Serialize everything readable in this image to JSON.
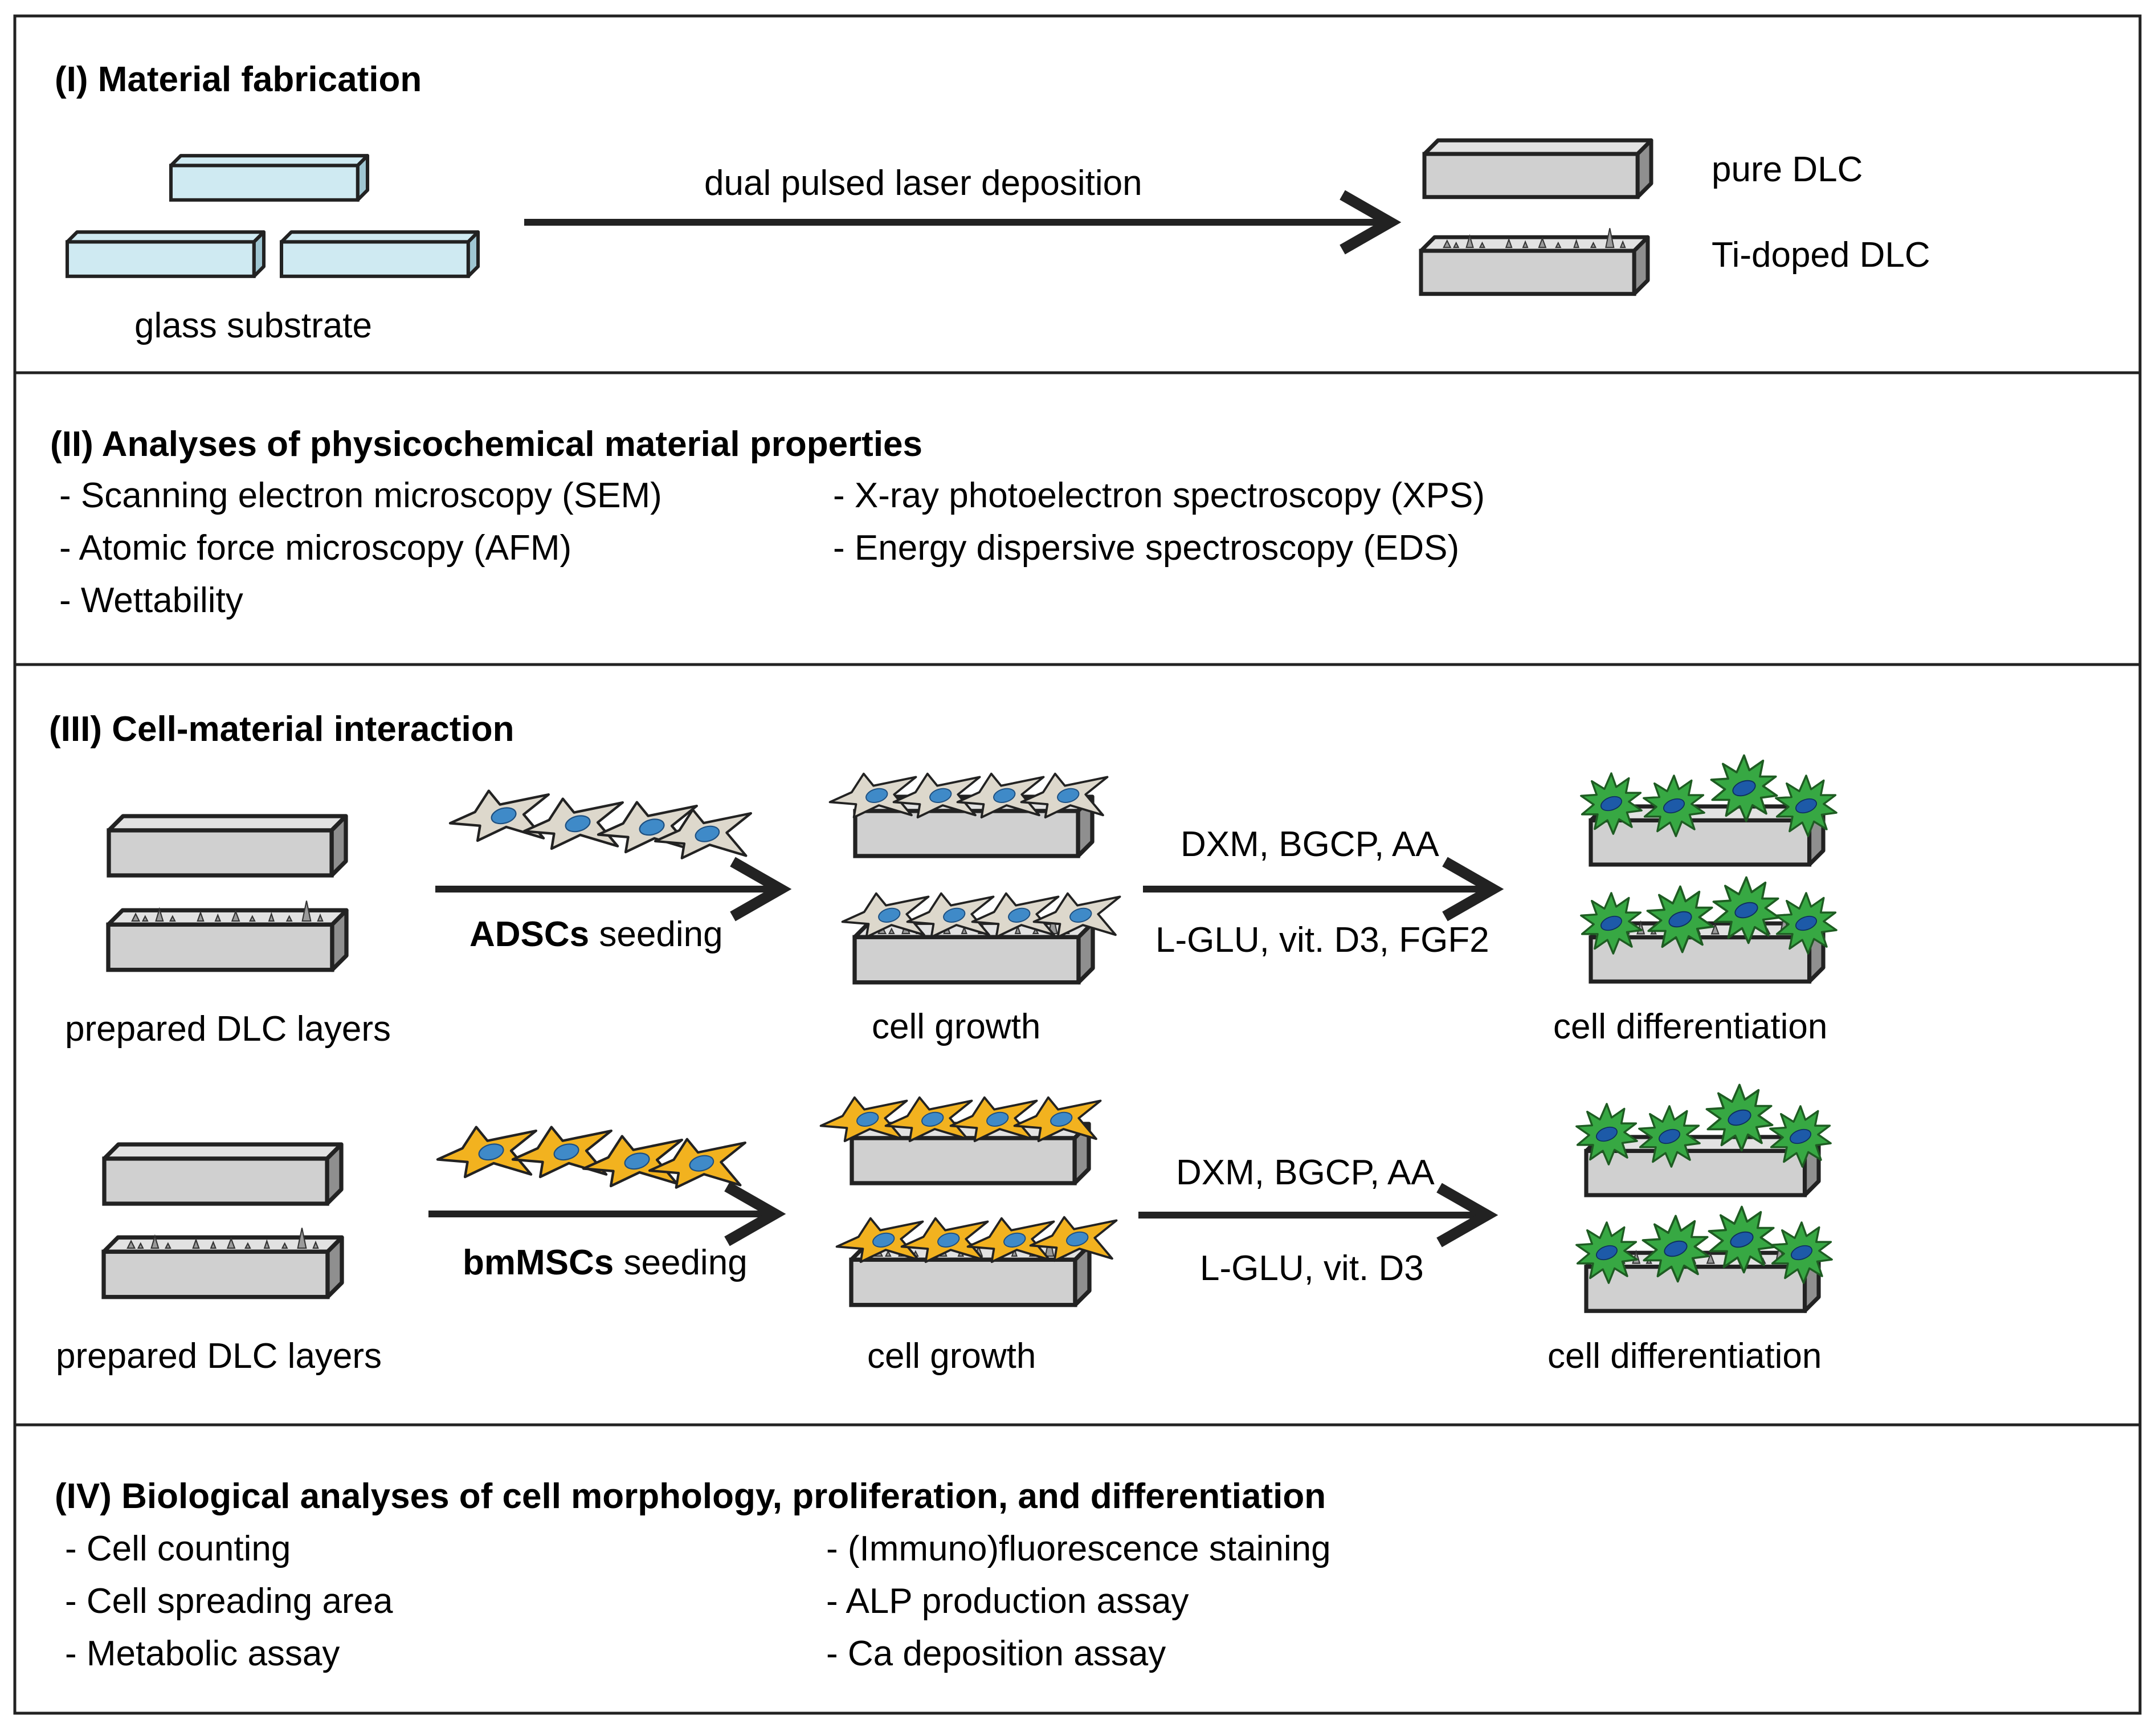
{
  "colors": {
    "border": "#222222",
    "glass": "#cfeaf2",
    "dlc_slab": "#d0d0d0",
    "adsc_cell": "#ddd8cc",
    "bmmsc_cell": "#f2b21f",
    "nucleus": "#3f8ac8",
    "diff_cell": "#37a843",
    "diff_nucleus": "#1d5aa8"
  },
  "panel1": {
    "title": "(I) Material fabrication",
    "glass_label": "glass substrate",
    "arrow_label": "dual pulsed laser deposition",
    "pure_label": "pure DLC",
    "ti_label": "Ti-doped DLC"
  },
  "panel2": {
    "title": "(II) Analyses of physicochemical material properties",
    "left_items": [
      "- Scanning electron microscopy (SEM)",
      "- Atomic force microscopy (AFM)",
      "- Wettability"
    ],
    "right_items": [
      "- X-ray photoelectron spectroscopy (XPS)",
      "- Energy dispersive spectroscopy (EDS)"
    ]
  },
  "panel3": {
    "title": "(III) Cell-material interaction",
    "row1": {
      "prepared_label": "prepared DLC layers",
      "seeding_bold": "ADSCs",
      "seeding_rest": " seeding",
      "growth_label": "cell growth",
      "factors_top": "DXM, BGCP, AA",
      "factors_bottom": "L-GLU, vit. D3, FGF2",
      "diff_label": "cell differentiation"
    },
    "row2": {
      "prepared_label": "prepared DLC layers",
      "seeding_bold": "bmMSCs",
      "seeding_rest": " seeding",
      "growth_label": "cell growth",
      "factors_top": "DXM, BGCP, AA",
      "factors_bottom": "L-GLU, vit. D3",
      "diff_label": "cell differentiation"
    }
  },
  "panel4": {
    "title": "(IV) Biological analyses of cell morphology, proliferation, and differentiation",
    "left_items": [
      "- Cell counting",
      "- Cell spreading area",
      "- Metabolic assay"
    ],
    "right_items": [
      "- (Immuno)fluorescence staining",
      "- ALP production assay",
      "- Ca deposition assay"
    ]
  }
}
